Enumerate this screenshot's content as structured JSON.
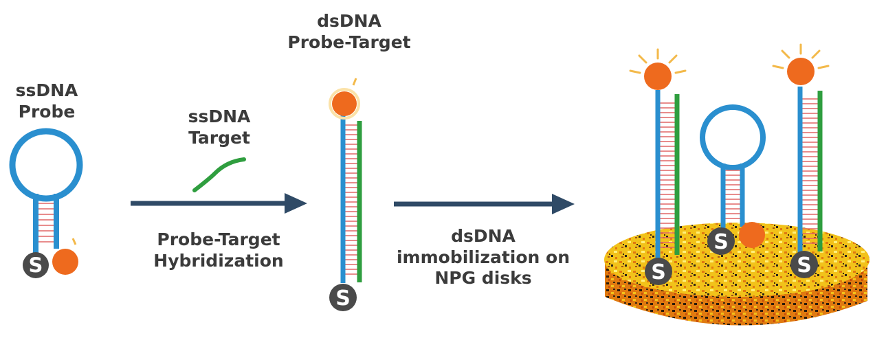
{
  "labels": {
    "ssdna_probe": [
      "ssDNA",
      "Probe"
    ],
    "ssdna_target": [
      "ssDNA",
      "Target"
    ],
    "dsdna_probe_target": [
      "dsDNA",
      "Probe-Target"
    ],
    "step1": [
      "Probe-Target",
      "Hybridization"
    ],
    "step2": [
      "dsDNA",
      "immobilization on",
      "NPG disks"
    ]
  },
  "anchor_letter": "S",
  "colors": {
    "probe_strand": "#2a8fcf",
    "target_strand": "#2f9e3f",
    "base_pairs": "#e06666",
    "fluorophore": "#ee6a1e",
    "glow": "#f3b94a",
    "anchor": "#4a4a4a",
    "arrow": "#2f4a66",
    "disk_gold": "#f2c21a",
    "disk_orange": "#e07a10"
  }
}
